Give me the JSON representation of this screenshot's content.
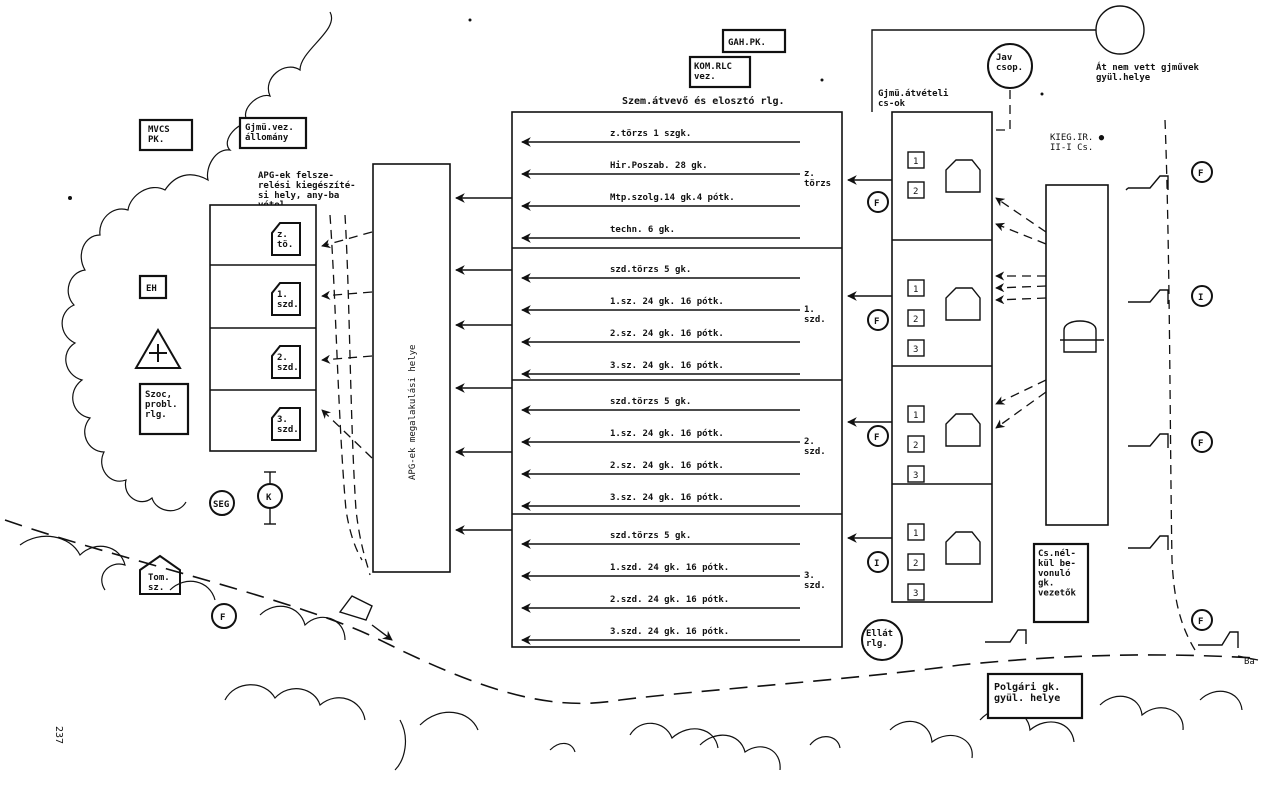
{
  "labels": {
    "gah": "GAH.PK.",
    "kom": "KOM.RLC\nvez.",
    "title": "Szem.átvevő és elosztó rlg.",
    "mvcs": "MVCS\nPK.",
    "gjmu_allomany": "Gjmü.vez.\nállomány",
    "apg_felsz": "APG-ek felsze-\nrelési kiegészíté-\nsi hely, any-ba\nvétel",
    "javcsop": "Jav\ncsop.",
    "at_nem_vett": "Át nem vett gjművek\ngyül.helye",
    "gjmu_atveteli": "Gjmü.átvételi\ncs-ok",
    "kieg": "KIEG.IR. ●\nII-I Cs.",
    "eh": "EH",
    "szoc": "Szoc,\nprobl.\nrlg.",
    "seg": "SEG",
    "k": "K",
    "apg_megalakulasi": "APG-ek megalakulási helye",
    "tom": "Tom.\nsz.",
    "f": "F",
    "ellato": "Ellát\nrlg.",
    "csnelkul": "Cs.nél-\nkül be-\nvonuló\ngk.\nvezetők",
    "polgari": "Polgári gk.\ngyül. helye",
    "page_num": "237",
    "ba": "Ba"
  },
  "left_units": [
    {
      "label": "z.\ntö."
    },
    {
      "label": "1.\nszd."
    },
    {
      "label": "2.\nszd."
    },
    {
      "label": "3.\nszd."
    }
  ],
  "groups": [
    {
      "side": "z.\ntörzs",
      "rows": [
        "z.törzs 1 szgk.",
        "Hir.Poszab. 28 gk.",
        "Mtp.szolg.14 gk.4 pótk.",
        "techn.  6 gk."
      ]
    },
    {
      "side": "1.\nszd.",
      "rows": [
        "szd.törzs 5 gk.",
        "1.sz. 24 gk. 16 pótk.",
        "2.sz. 24 gk. 16 pótk.",
        "3.sz. 24 gk. 16 pótk."
      ]
    },
    {
      "side": "2.\nszd.",
      "rows": [
        "szd.törzs 5 gk.",
        "1.sz. 24 gk. 16 pótk.",
        "2.sz. 24 gk. 16 pótk.",
        "3.sz. 24 gk. 16 pótk."
      ]
    },
    {
      "side": "3.\nszd.",
      "rows": [
        "szd.törzs 5 gk.",
        "1.szd. 24 gk. 16 pótk.",
        "2.szd. 24 gk. 16 pótk.",
        "3.szd. 24 gk. 16 pótk."
      ]
    }
  ],
  "stations": [
    {
      "nums": [
        "1",
        "2"
      ]
    },
    {
      "nums": [
        "1",
        "2",
        "3"
      ]
    },
    {
      "nums": [
        "1",
        "2",
        "3"
      ]
    },
    {
      "nums": [
        "1",
        "2",
        "3"
      ]
    }
  ],
  "circle_markers": [
    "F",
    "F",
    "F",
    "I"
  ],
  "right_markers": [
    "F",
    "I",
    "F",
    "F"
  ]
}
